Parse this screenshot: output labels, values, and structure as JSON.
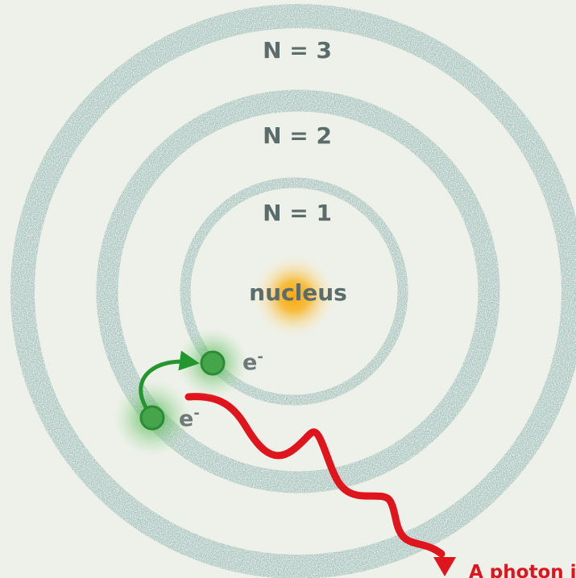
{
  "levels": [
    {
      "label": "N = 3"
    },
    {
      "label": "N = 2"
    },
    {
      "label": "N = 1"
    }
  ],
  "nucleus": {
    "label": "nucleus"
  },
  "electrons": [
    {
      "label": "e",
      "superscript": "-"
    },
    {
      "label": "e",
      "superscript": "-"
    }
  ],
  "photon": {
    "label": "A photon is"
  },
  "colors": {
    "background": "#eef1ea",
    "shell": "#a9c5bd",
    "level_label": "#5c6c6a",
    "nucleus_glow": "#f6b21c",
    "electron": "#2f9a38",
    "jump_arrow": "#23962f",
    "photon": "#e0141c"
  }
}
